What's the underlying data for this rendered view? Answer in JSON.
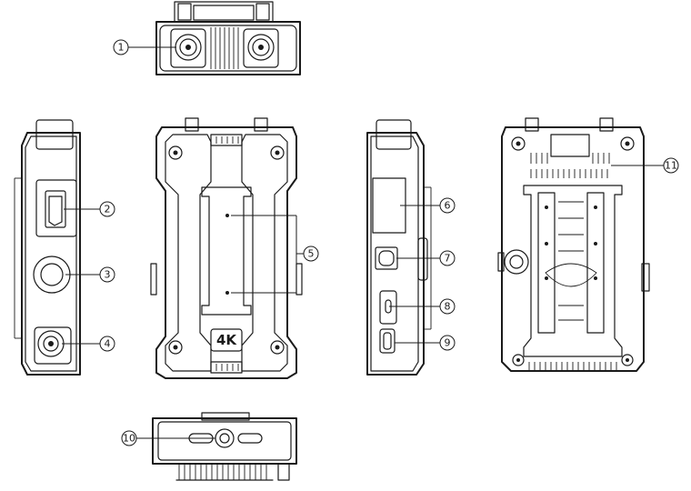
{
  "callouts": [
    {
      "id": "1",
      "text": "①"
    },
    {
      "id": "2",
      "text": "②"
    },
    {
      "id": "3",
      "text": "③"
    },
    {
      "id": "4",
      "text": "④"
    },
    {
      "id": "5",
      "text": "⑤"
    },
    {
      "id": "6",
      "text": "⑥"
    },
    {
      "id": "7",
      "text": "⑦"
    },
    {
      "id": "8",
      "text": "⑧"
    },
    {
      "id": "9",
      "text": "⑨"
    },
    {
      "id": "10",
      "text": "⑩"
    },
    {
      "id": "11",
      "text": "⑪"
    }
  ],
  "front_badge": "4K"
}
